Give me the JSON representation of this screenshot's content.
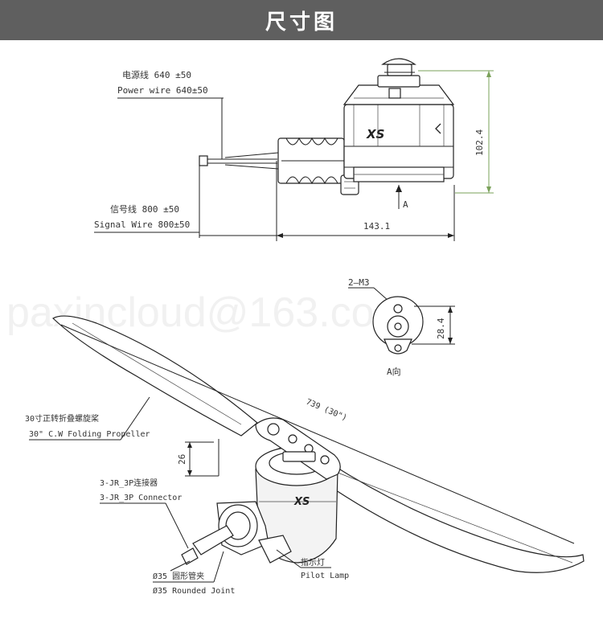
{
  "banner": {
    "title": "尺寸图"
  },
  "watermark": "paxincloud@163.com",
  "top_view": {
    "power_wire_cn": "电源线 640 ±50",
    "power_wire_en": "Power wire 640±50",
    "signal_wire_cn": "信号线 800 ±50",
    "signal_wire_en": "Signal Wire 800±50",
    "width_dim": "143.1",
    "height_dim": "102.4",
    "view_arrow": "A",
    "brand": "XS"
  },
  "a_view": {
    "screw": "2—M3",
    "dim": "28.4",
    "caption": "A向"
  },
  "iso_view": {
    "propeller_cn": "30寸正转折叠螺旋桨",
    "propeller_en": "30\" C.W Folding Propeller",
    "span_dim": "739 (30\")",
    "height_dim": "26",
    "connector_cn": "3-JR_3P连接器",
    "connector_en": "3-JR_3P Connector",
    "lamp_cn": "指示灯",
    "lamp_en": "Pilot Lamp",
    "joint_cn": "Ø35 圆形管夹",
    "joint_en": "Ø35 Rounded Joint",
    "brand": "XS"
  },
  "colors": {
    "banner": "#5f5f5f",
    "dim_line": "#7aa15a"
  },
  "icons": [
    "arrow-icon"
  ]
}
